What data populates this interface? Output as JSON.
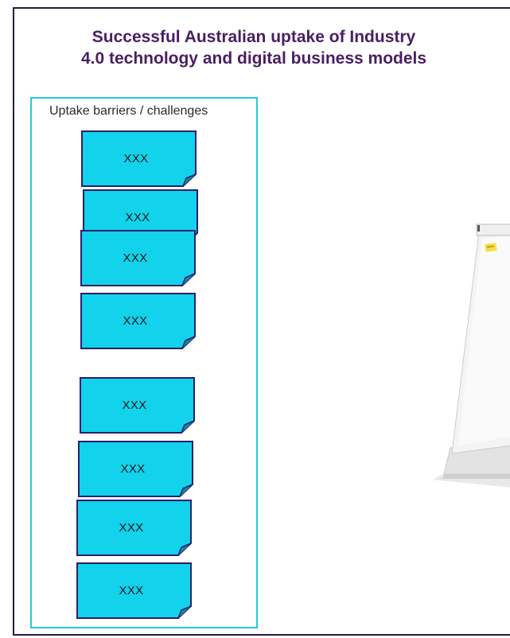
{
  "title_line1": "Successful Australian uptake of Industry",
  "title_line2": "4.0 technology and digital business models",
  "panel": {
    "label": "Uptake barriers / challenges",
    "notes": [
      "XXX",
      "XXX",
      "XXX",
      "XXX",
      "XXX",
      "XXX",
      "XXX",
      "XXX"
    ]
  },
  "colors": {
    "title": "#4a1e63",
    "note_fill": "#12d2ec",
    "note_border": "#2b1f6b",
    "panel_border": "#23c8df"
  },
  "icons": {
    "flipchart": "flipchart-easel-icon",
    "post_it": "post-it-logo"
  }
}
